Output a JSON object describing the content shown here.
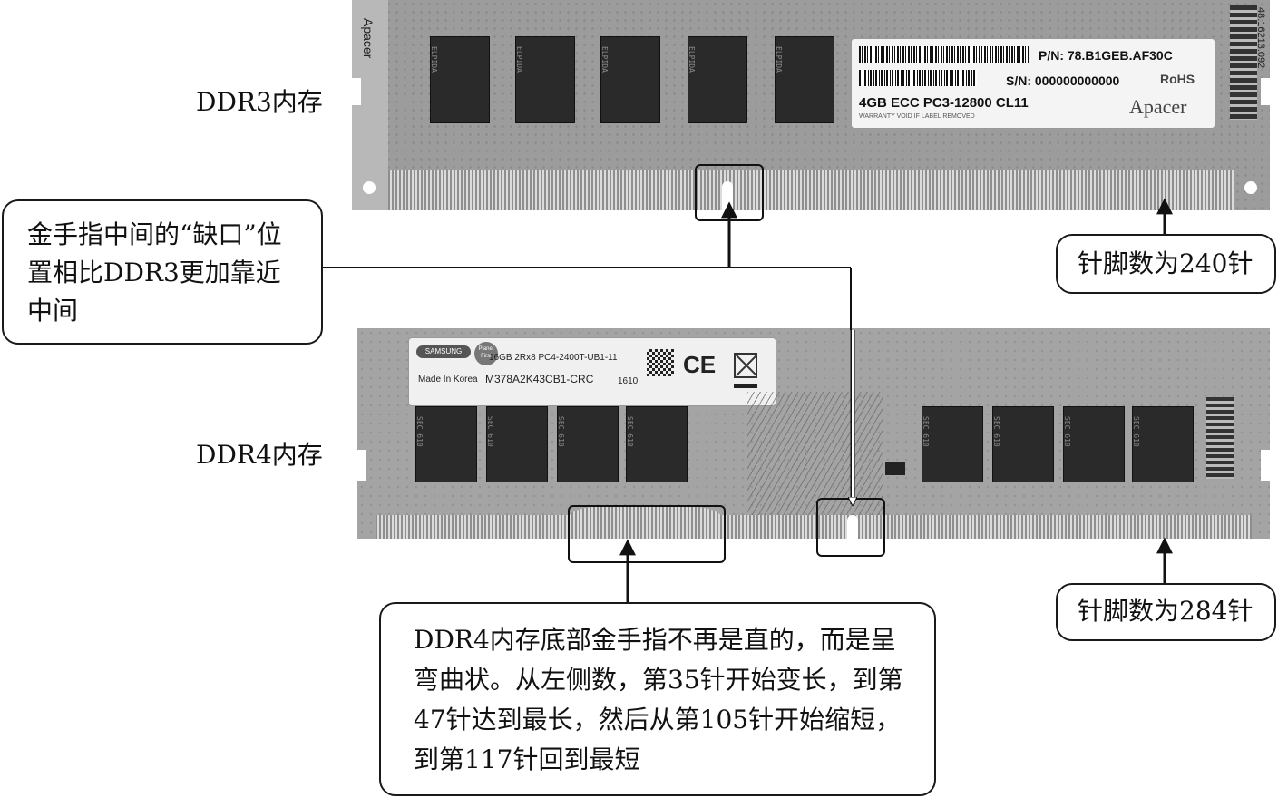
{
  "labels": {
    "ddr3": "DDR3内存",
    "ddr4": "DDR4内存"
  },
  "callouts": {
    "notch": "金手指中间的“缺口”位置相比DDR3更加靠近中间",
    "pins240": "针脚数为240针",
    "pins284": "针脚数为284针",
    "curve": "DDR4内存底部金手指不再是直的，而是呈弯曲状。从左侧数，第35针开始变长，到第47针达到最长，然后从第105针开始缩短，到第117针回到最短"
  },
  "ddr3_module": {
    "brand_side": "Apacer",
    "side_code": "48.16213.092",
    "chip_brand": "ELPIDA",
    "sticker": {
      "pn": "P/N: 78.B1GEB.AF30C",
      "sn": "S/N: 000000000000",
      "spec": "4GB ECC PC3-12800 CL11",
      "rohs": "RoHS",
      "warranty": "WARRANTY VOID IF LABEL REMOVED",
      "brand": "Apacer"
    }
  },
  "ddr4_module": {
    "chip_brand": "SEC 610",
    "sticker": {
      "brand": "SAMSUNG",
      "planet": "Planet First",
      "spec": "16GB 2Rx8 PC4-2400T-UB1-11",
      "origin": "Made In Korea",
      "part": "M378A2K43CB1-CRC",
      "date": "1610",
      "ce": "CE"
    }
  }
}
